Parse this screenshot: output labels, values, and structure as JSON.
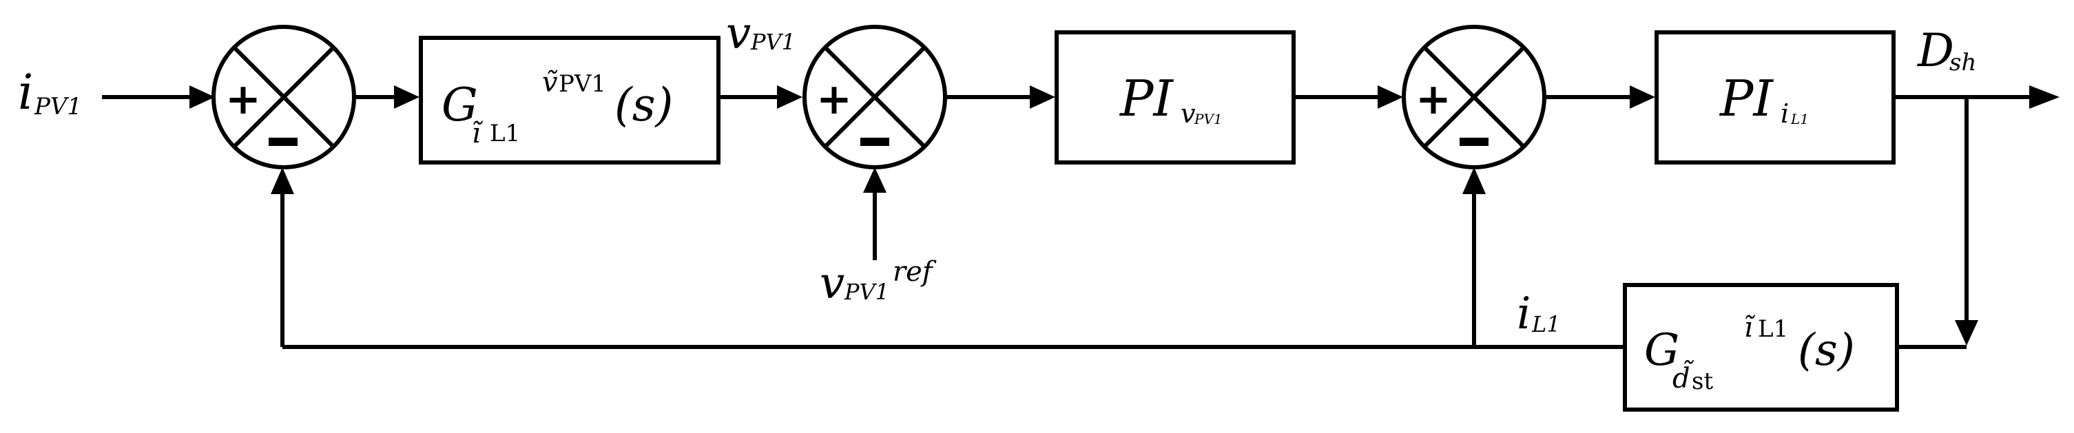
{
  "diagram": {
    "input": {
      "main": "i",
      "sub": "PV1"
    },
    "sum_signs": {
      "plus": "+",
      "minus": "-"
    },
    "block1": {
      "G": "G",
      "sub_i": "ĩ",
      "sub_L": "L1",
      "sup_v": "ṽ",
      "sup_PV": "PV1",
      "s": "(s)"
    },
    "signal_vpv": {
      "main": "v",
      "sub": "PV1"
    },
    "ref": {
      "main": "v",
      "sub": "PV1",
      "sup": "ref"
    },
    "block_pi_v": {
      "PI": "PI",
      "sub_main": "v",
      "sub_sub": "PV1"
    },
    "block_pi_i": {
      "PI": "PI",
      "sub_main": "i",
      "sub_sub": "L1"
    },
    "output": {
      "main": "D",
      "sub": "sh"
    },
    "feedback_iL": {
      "main": "i",
      "sub": "L1"
    },
    "block2": {
      "G": "G",
      "sub_d": "d̃",
      "sub_st": "st",
      "sup_i": "ĩ",
      "sup_L": "L1",
      "s": "(s)"
    }
  }
}
